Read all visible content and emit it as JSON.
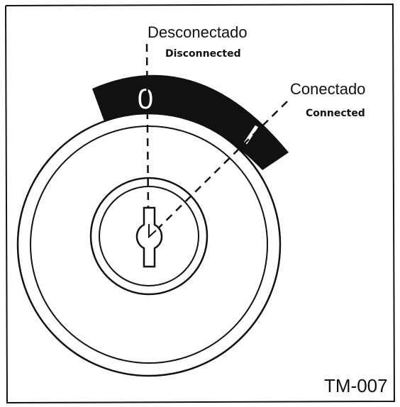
{
  "labels": {
    "off_es": "Desconectado",
    "off_en": "Disconnected",
    "on_es": "Conectado",
    "on_en": "Connected"
  },
  "positions": {
    "off_mark": "0",
    "on_mark": "I"
  },
  "figure_code": "TM-007",
  "colors": {
    "ink": "#111111",
    "paper": "#ffffff"
  }
}
